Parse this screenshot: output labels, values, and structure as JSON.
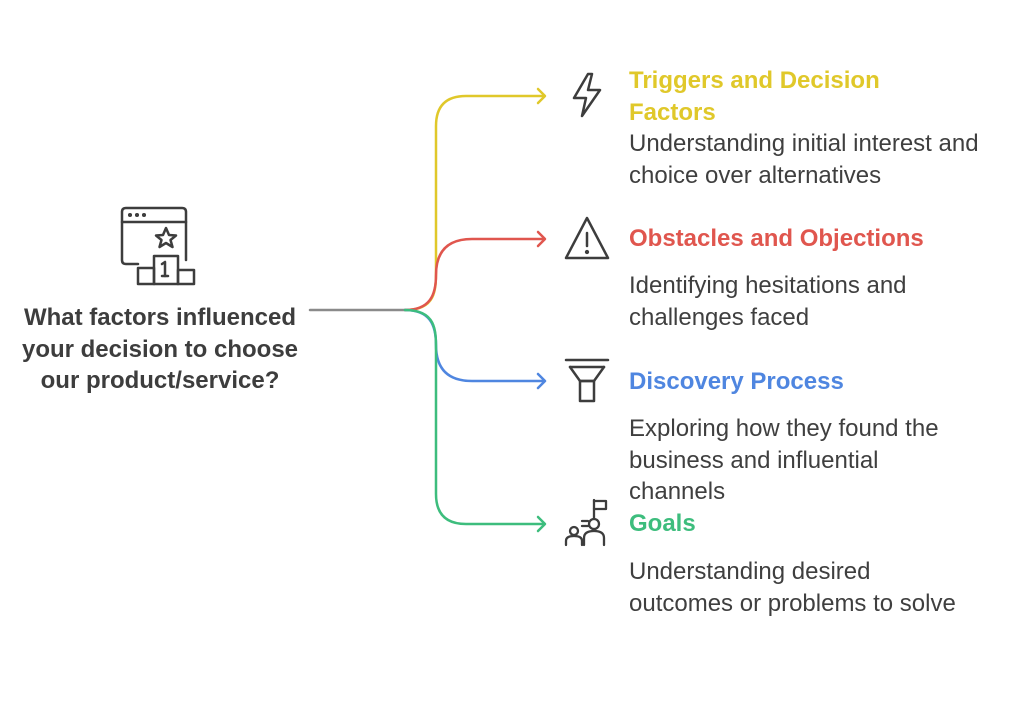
{
  "root": {
    "question": "What factors influenced your decision to choose our product/service?",
    "icon": "browser-star-podium-icon",
    "connector_color": "#8a8a8a"
  },
  "branches": [
    {
      "title": "Triggers and Decision Factors",
      "description": "Understanding initial interest and choice over alternatives",
      "color": "#e0c82a",
      "icon": "lightning-bolt-icon"
    },
    {
      "title": "Obstacles and Objections",
      "description": "Identifying hesitations and challenges faced",
      "color": "#e0564e",
      "icon": "warning-triangle-icon"
    },
    {
      "title": "Discovery Process",
      "description": "Exploring how they found the business and influential channels",
      "color": "#4f86e0",
      "icon": "funnel-icon"
    },
    {
      "title": "Goals",
      "description": "Understanding desired outcomes or problems to solve",
      "color": "#3dbd7d",
      "icon": "people-flag-icon"
    }
  ]
}
